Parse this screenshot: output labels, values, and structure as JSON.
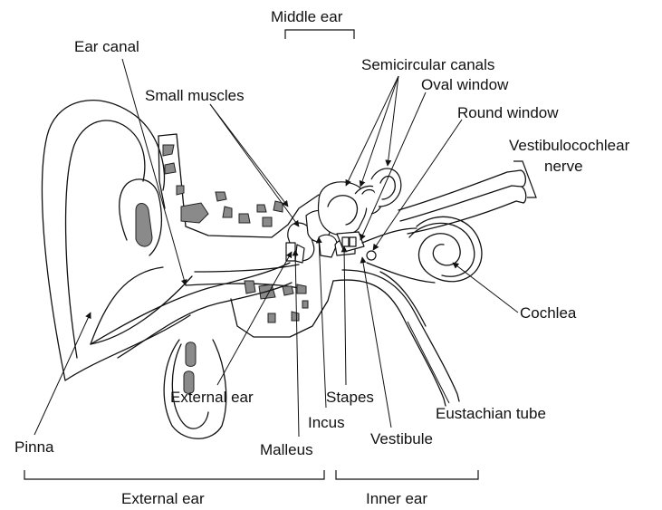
{
  "labels": {
    "middle_ear": "Middle ear",
    "ear_canal": "Ear canal",
    "semicircular_canals": "Semicircular canals",
    "oval_window": "Oval window",
    "small_muscles": "Small muscles",
    "round_window": "Round window",
    "vestibulocochlear_line1": "Vestibulocochlear",
    "vestibulocochlear_line2": "nerve",
    "cochlea": "Cochlea",
    "external_ear_pointer": "External ear",
    "stapes": "Stapes",
    "eustachian_tube": "Eustachian tube",
    "incus": "Incus",
    "vestibule": "Vestibule",
    "pinna": "Pinna",
    "malleus": "Malleus",
    "external_ear_section": "External ear",
    "inner_ear_section": "Inner ear"
  },
  "colors": {
    "line": "#111111",
    "bone_fill": "#8a8a8a",
    "background": "#ffffff"
  }
}
